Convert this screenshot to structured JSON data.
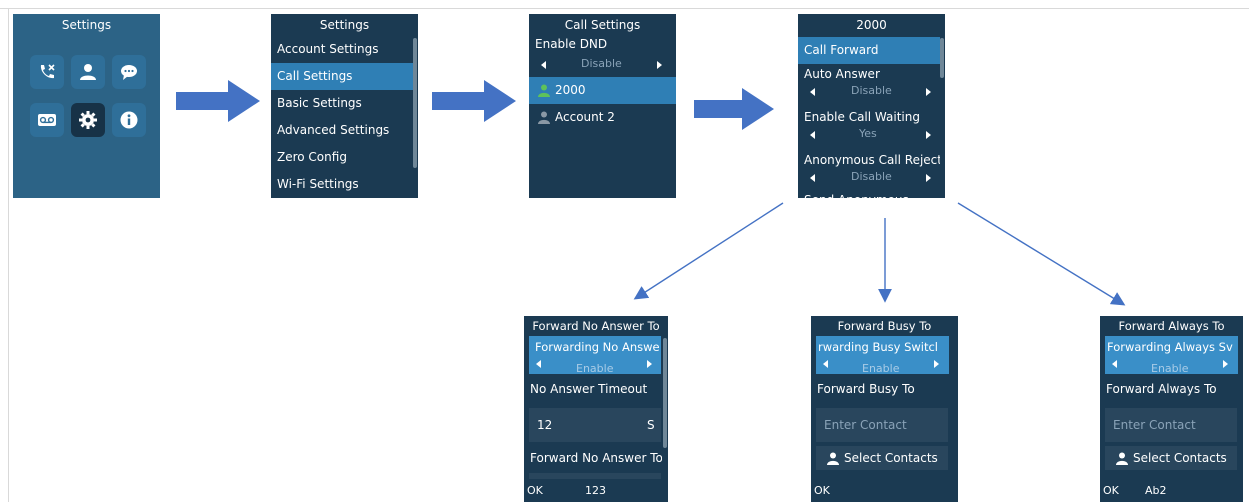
{
  "screen1": {
    "title": "Settings",
    "icons": [
      "phone-history-icon",
      "contacts-icon",
      "message-icon",
      "voicemail-icon",
      "gear-icon",
      "info-icon"
    ]
  },
  "screen2": {
    "title": "Settings",
    "items": [
      "Account Settings",
      "Call Settings",
      "Basic Settings",
      "Advanced Settings",
      "Zero Config",
      "Wi-Fi Settings"
    ]
  },
  "screen3": {
    "title": "Call Settings",
    "dnd_label": "Enable DND",
    "dnd_value": "Disable",
    "accounts": [
      "2000",
      "Account 2"
    ]
  },
  "screen4": {
    "title": "2000",
    "item_call_forward": "Call Forward",
    "auto_answer_label": "Auto Answer",
    "auto_answer_value": "Disable",
    "call_waiting_label": "Enable Call Waiting",
    "call_waiting_value": "Yes",
    "anon_reject_label": "Anonymous Call Rejectic",
    "anon_reject_value": "Disable",
    "cut_label": "Send Anonymous"
  },
  "screen5": {
    "title": "Forward No Answer To",
    "switch_label": "Forwarding No Answe",
    "switch_value": "Enable",
    "timeout_label": "No Answer Timeout",
    "timeout_value": "12",
    "timeout_unit": "S",
    "forward_label": "Forward No Answer To",
    "softkey_left": "OK",
    "softkey_mid": "123"
  },
  "screen6": {
    "title": "Forward Busy To",
    "switch_label": "rwarding Busy Switcl",
    "switch_value": "Enable",
    "forward_label": "Forward Busy To",
    "placeholder": "Enter Contact",
    "select_contacts": "Select Contacts",
    "softkey_left": "OK"
  },
  "screen7": {
    "title": "Forward Always To",
    "switch_label": "Forwarding Always Sv",
    "switch_value": "Enable",
    "forward_label": "Forward Always To",
    "placeholder": "Enter Contact",
    "select_contacts": "Select Contacts",
    "softkey_left": "OK",
    "softkey_mid": "Ab2"
  },
  "colors": {
    "screen_bg": "#1b3a52",
    "highlight": "#2f7fb5",
    "arrow_blue": "#4472c4"
  }
}
